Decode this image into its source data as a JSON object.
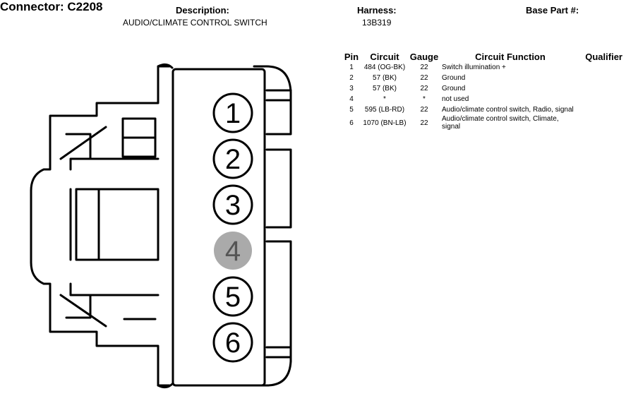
{
  "header": {
    "connector_label": "Connector:",
    "connector_id": "C2208",
    "description_label": "Description:",
    "description": "AUDIO/CLIMATE CONTROL SWITCH",
    "harness_label": "Harness:",
    "harness": "13B319",
    "base_part_label": "Base Part #:",
    "base_part": ""
  },
  "table": {
    "columns": [
      "Pin",
      "Circuit",
      "Gauge",
      "Circuit Function",
      "Qualifier"
    ],
    "rows": [
      {
        "pin": "1",
        "circuit": "484 (OG-BK)",
        "gauge": "22",
        "function": "Switch illumination +",
        "qualifier": ""
      },
      {
        "pin": "2",
        "circuit": "57 (BK)",
        "gauge": "22",
        "function": "Ground",
        "qualifier": ""
      },
      {
        "pin": "3",
        "circuit": "57 (BK)",
        "gauge": "22",
        "function": "Ground",
        "qualifier": ""
      },
      {
        "pin": "4",
        "circuit": "*",
        "gauge": "*",
        "function": "not used",
        "qualifier": ""
      },
      {
        "pin": "5",
        "circuit": "595 (LB-RD)",
        "gauge": "22",
        "function": "Audio/climate control switch, Radio, signal",
        "qualifier": ""
      },
      {
        "pin": "6",
        "circuit": "1070 (BN-LB)",
        "gauge": "22",
        "function": "Audio/climate control switch, Climate, signal",
        "qualifier": ""
      }
    ]
  },
  "connector_pins": [
    {
      "label": "1",
      "used": true
    },
    {
      "label": "2",
      "used": true
    },
    {
      "label": "3",
      "used": true
    },
    {
      "label": "4",
      "used": false
    },
    {
      "label": "5",
      "used": true
    },
    {
      "label": "6",
      "used": true
    }
  ],
  "colors": {
    "line": "#000000",
    "unused_pin_fill": "#aaaaaa",
    "unused_pin_text": "#555555"
  }
}
